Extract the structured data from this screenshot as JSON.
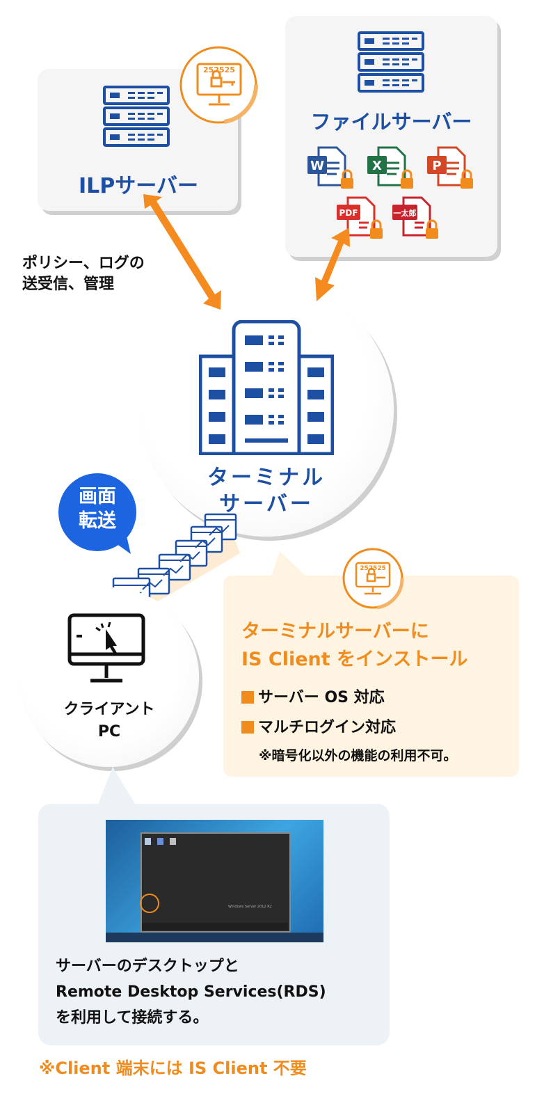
{
  "ilp_server": {
    "title": "ILPサーバー"
  },
  "file_server": {
    "title": "ファイルサーバー",
    "file_icons": [
      "word-lock-icon",
      "excel-lock-icon",
      "powerpoint-lock-icon",
      "pdf-lock-icon",
      "ichitaro-lock-icon"
    ],
    "icon_letters": {
      "word": "W",
      "excel": "X",
      "powerpoint": "P",
      "pdf": "PDF",
      "ichitaro": "一太郎"
    }
  },
  "policy_note": {
    "line1": "ポリシー、ログの",
    "line2": "送受信、管理"
  },
  "terminal_server": {
    "line1": "ターミナル",
    "line2": "サーバー"
  },
  "screen_transfer": {
    "line1": "画面",
    "line2": "転送"
  },
  "client_pc": {
    "line1": "クライアント",
    "line2": "PC"
  },
  "install_callout": {
    "title_line1": "ターミナルサーバーに",
    "title_line2": "IS Client をインストール",
    "features": [
      "サーバー OS 対応",
      "マルチログイン対応"
    ],
    "note": "※暗号化以外の機能の利用不可。"
  },
  "rds": {
    "line1": "サーバーのデスクトップと",
    "line2": "Remote Desktop Services(RDS)",
    "line3": "を利用して接続する。",
    "screenshot_caption": "Windows Server 2012 R2"
  },
  "footer_note": "※Client 端末には IS Client 不要",
  "colors": {
    "brand_blue": "#1d50a3",
    "accent_orange": "#f08c1e",
    "callout_bg": "#fff4e2",
    "rds_bg": "#edf2f7",
    "word": "#2b579a",
    "excel": "#217346",
    "powerpoint": "#d24726",
    "pdf": "#d9302c",
    "ichitaro": "#c8232c"
  }
}
